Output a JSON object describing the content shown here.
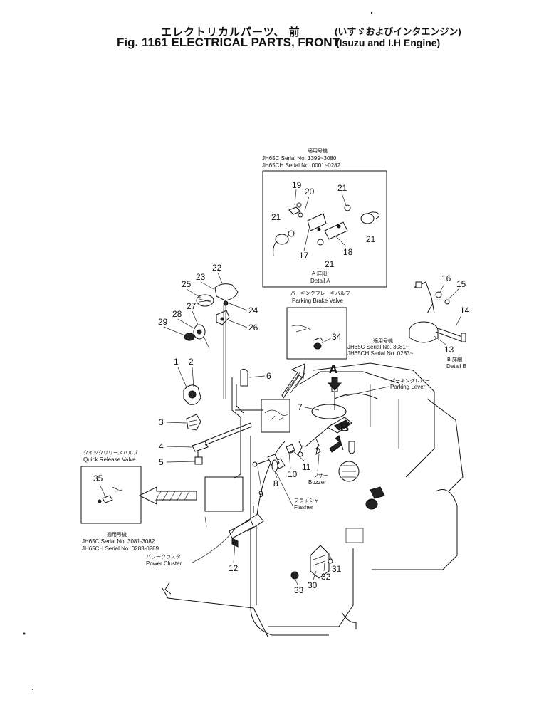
{
  "header": {
    "title_jp": "エレクトリカルパーツ、 前",
    "title_en": "Fig. 1161 ELECTRICAL PARTS, FRONT",
    "paren_jp": "(いすゞおよびインタエンジン)",
    "paren_en": "(Isuzu and I.H Engine)"
  },
  "detail_a": {
    "label_jp": "適用号機",
    "row1": "JH65C   Serial No. 1399~3080",
    "row2": "JH65CH  Serial No. 0001~0282",
    "caption_jp": "A  詳細",
    "caption": "Detail A"
  },
  "parking_brake": {
    "label_jp": "パーキングブレーキバルブ",
    "label": "Parking Brake Valve"
  },
  "detail_b": {
    "label_jp": "適用号機",
    "row1": "JH65C   Serial No. 3081~",
    "row2": "JH65CH  Serial No. 0283~",
    "caption_jp": "B  詳細",
    "caption": "Detail B"
  },
  "parking_lever": {
    "label_jp": "パーキングレバー",
    "label": "Parking Lever"
  },
  "quick_release": {
    "label_jp": "クイックリリースバルブ",
    "label": "Quick Release Valve"
  },
  "power_cluster": {
    "label_jp": "適用号機",
    "row1": "JH65C   Serial No. 3081-3082",
    "row2": "JH65CH  Serial No. 0283-0289",
    "name_jp": "パワークラスタ",
    "name": "Power Cluster"
  },
  "buzzer": {
    "label_jp": "ブザー",
    "label": "Buzzer"
  },
  "flasher": {
    "label_jp": "フラッシャ",
    "label": "Flasher"
  },
  "arrows": {
    "a": "A",
    "b": "B"
  },
  "callouts": [
    "1",
    "2",
    "3",
    "4",
    "5",
    "6",
    "7",
    "8",
    "9",
    "10",
    "11",
    "12",
    "13",
    "14",
    "15",
    "16",
    "17",
    "18",
    "19",
    "20",
    "21",
    "22",
    "23",
    "24",
    "25",
    "26",
    "27",
    "28",
    "29",
    "30",
    "31",
    "32",
    "33",
    "34",
    "35"
  ]
}
